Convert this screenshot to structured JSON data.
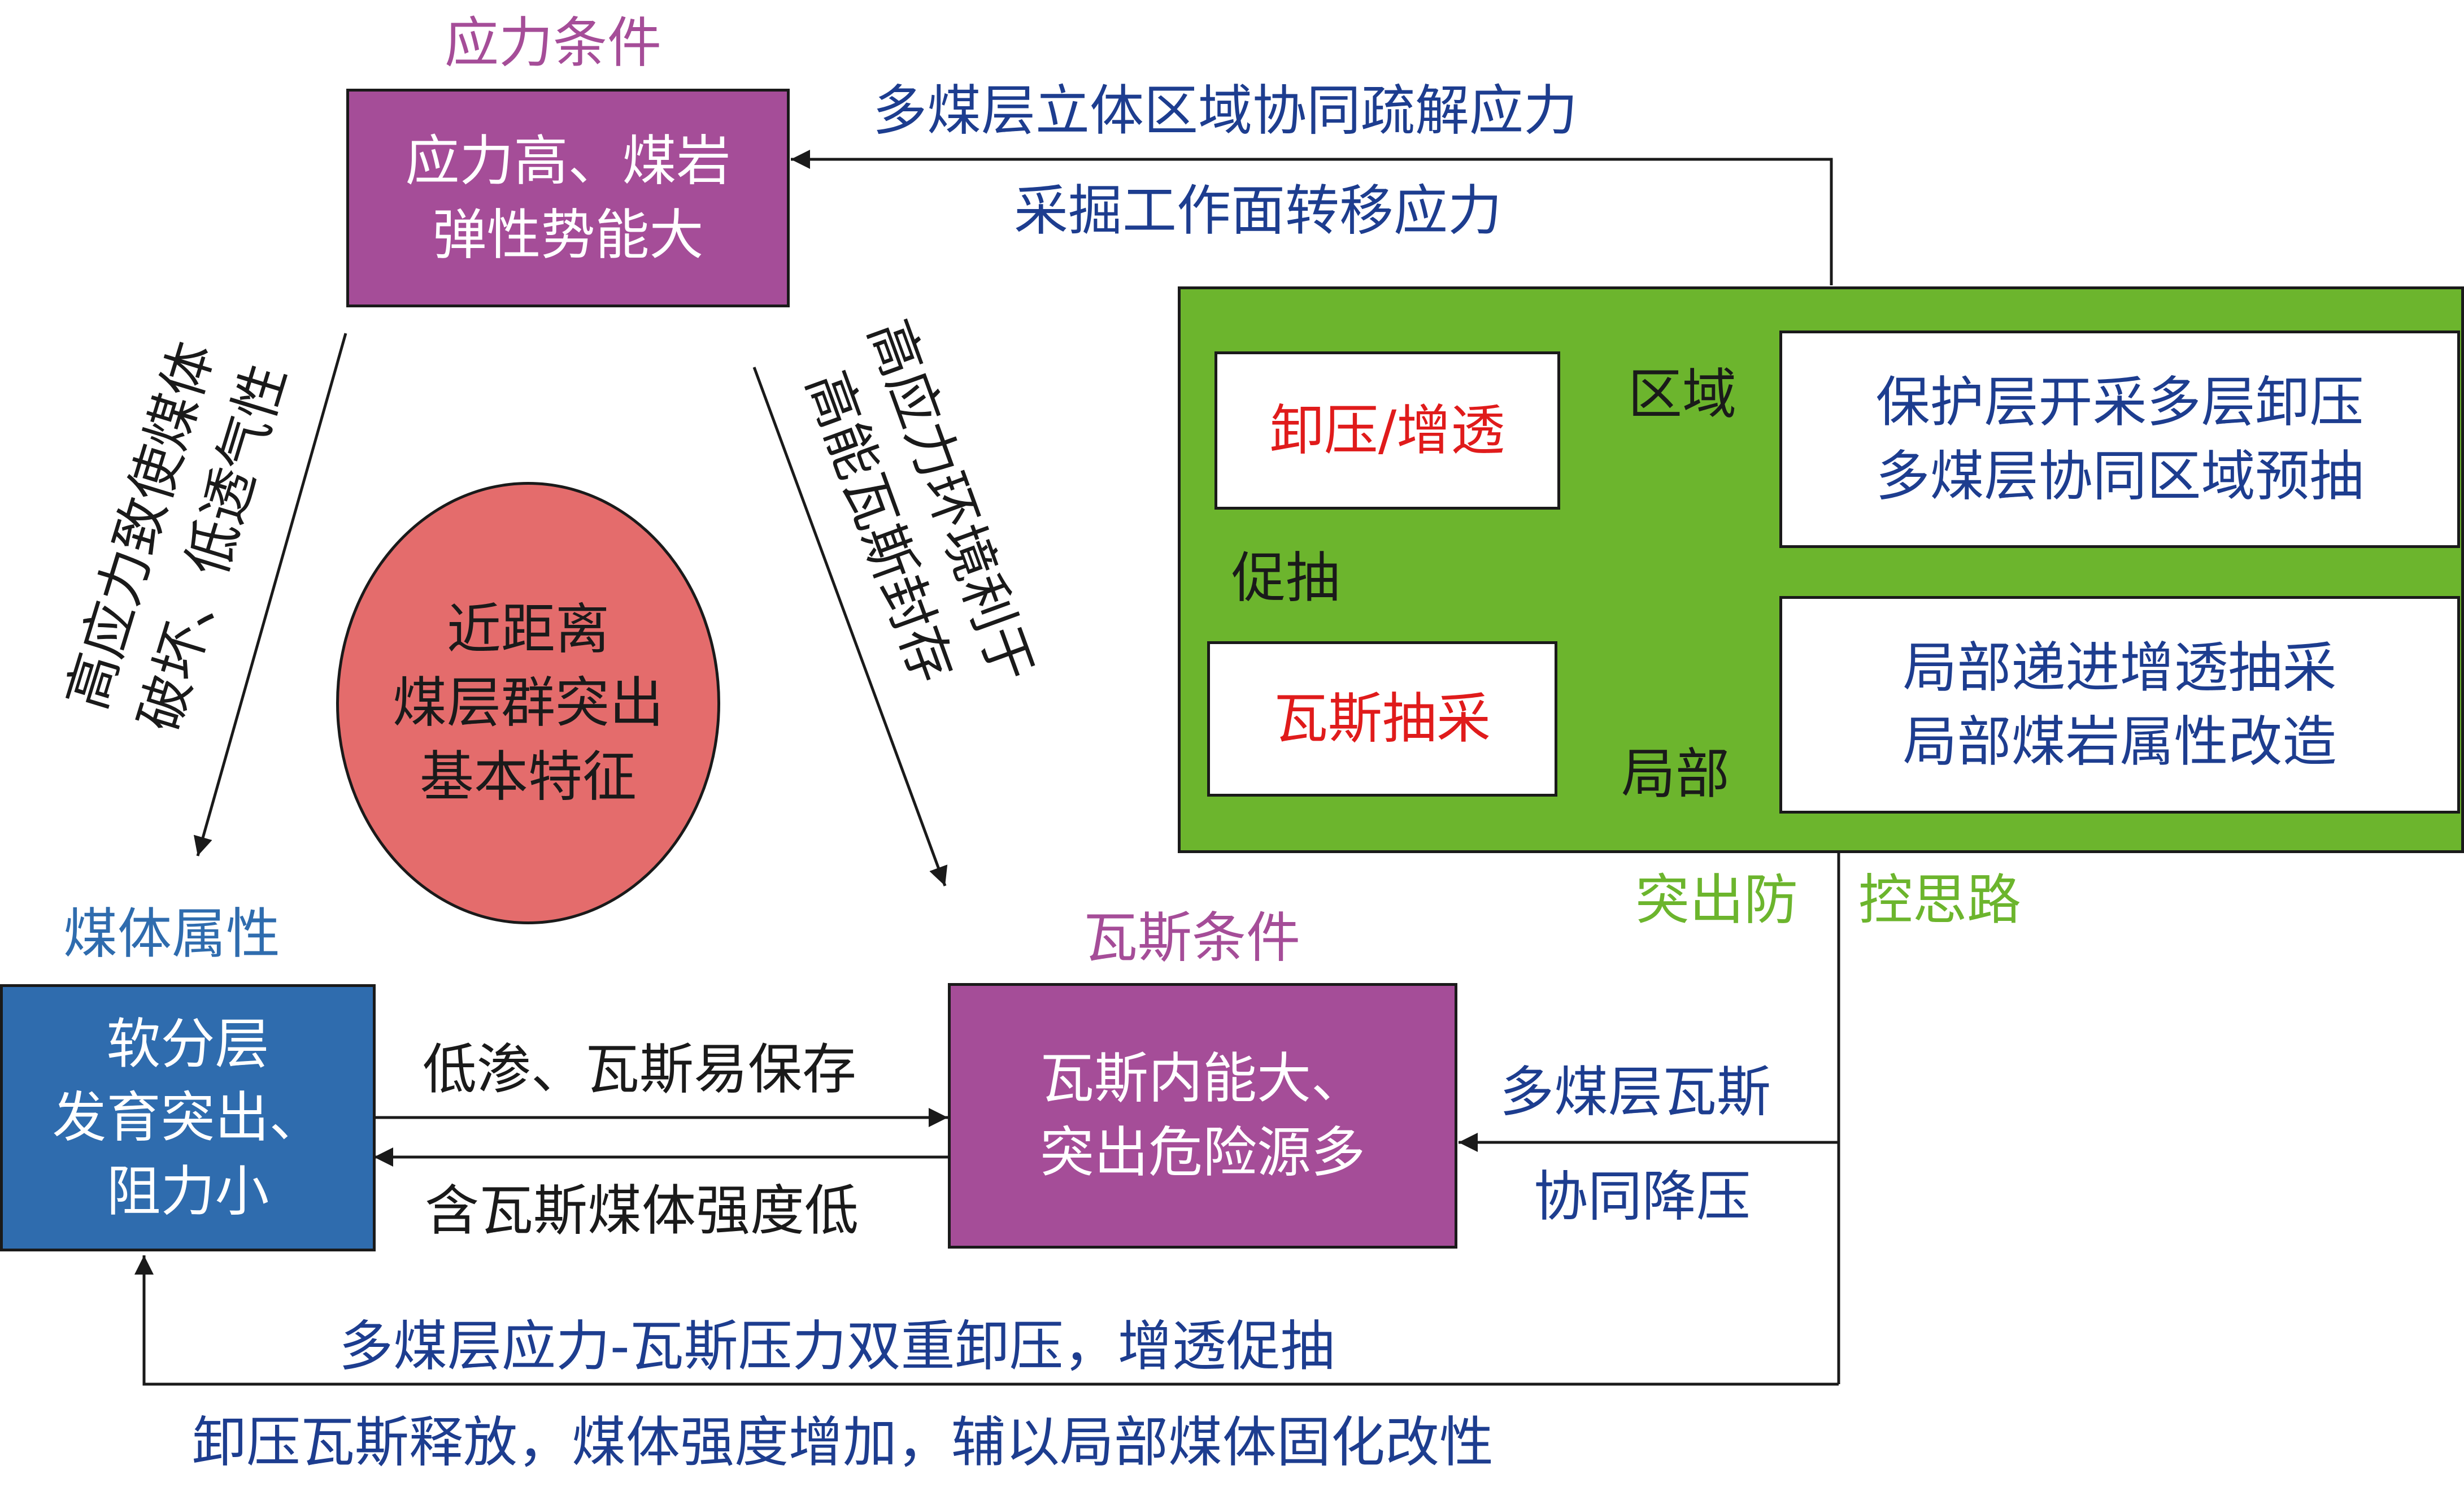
{
  "nodes": {
    "stress": {
      "header": "应力条件",
      "lines": [
        "应力高、煤岩",
        "弹性势能大"
      ]
    },
    "coal": {
      "header": "煤体属性",
      "lines": [
        "软分层",
        "发育突出、",
        "阻力小"
      ]
    },
    "gas": {
      "header": "瓦斯条件",
      "lines": [
        "瓦斯内能大、",
        "突出危险源多"
      ]
    },
    "center": {
      "lines": [
        "近距离",
        "煤层群突出",
        "基本特征"
      ]
    }
  },
  "edges": {
    "stress_to_coal": [
      "高应力致使煤体",
      "破坏、低透气性"
    ],
    "stress_to_gas": [
      "高应力环境利于",
      "高能瓦斯封存"
    ],
    "coal_to_gas": "低渗、瓦斯易保存",
    "gas_to_coal": "含瓦斯煤体强度低"
  },
  "strategy": {
    "caption_left": "突出防",
    "caption_right": "控思路",
    "relief_box": "卸压/增透",
    "drainage_box": "瓦斯抽采",
    "promote_label": "促抽",
    "regional_label": "区域",
    "local_label": "局部",
    "regional_box": [
      "保护层开采多层卸压",
      "多煤层协同区域预抽"
    ],
    "local_box": [
      "局部递进增透抽采",
      "局部煤岩属性改造"
    ]
  },
  "feedback": {
    "to_stress": [
      "多煤层立体区域协同疏解应力",
      "采掘工作面转移应力"
    ],
    "to_gas": [
      "多煤层瓦斯",
      "协同降压"
    ],
    "to_coal": [
      "多煤层应力-瓦斯压力双重卸压，增透促抽",
      "卸压瓦斯释放，煤体强度增加，辅以局部煤体固化改性"
    ]
  },
  "colors": {
    "purple_box": "#a54d98",
    "blue_box": "#2f6cae",
    "green_panel": "#6cb52d",
    "red_circle": "#e46c6c",
    "dark_blue_text": "#1d3d8f",
    "red_text": "#e01b1b"
  }
}
